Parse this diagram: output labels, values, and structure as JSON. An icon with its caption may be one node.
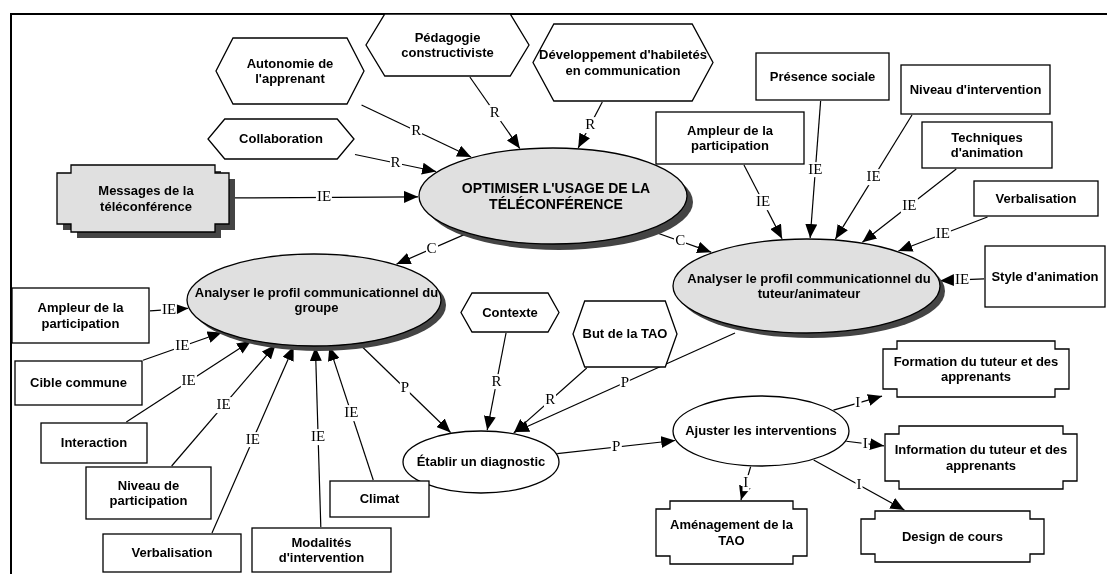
{
  "diagram": {
    "nodes": [
      {
        "text": [
          "Autonomie de l'apprenant"
        ]
      },
      {
        "text": [
          "Pédagogie constructiviste"
        ]
      },
      {
        "text": [
          "Développement d'habiletés en communication"
        ]
      },
      {
        "text": [
          "Collaboration"
        ]
      },
      {
        "text": [
          "Messages de la téléconférence"
        ]
      },
      {
        "text": [
          "OPTIMISER L'USAGE DE LA TÉLÉCONFÉRENCE"
        ]
      },
      {
        "text": [
          "Présence sociale"
        ]
      },
      {
        "text": [
          "Niveau d'intervention"
        ]
      },
      {
        "text": [
          "Ampleur de la participation"
        ]
      },
      {
        "text": [
          "Techniques d'animation"
        ]
      },
      {
        "text": [
          "Verbalisation"
        ]
      },
      {
        "text": [
          "Analyser le profil communicationnel du tuteur/animateur"
        ]
      },
      {
        "text": [
          "Style d'animation"
        ]
      },
      {
        "text": [
          "Analyser le profil communicationnel du groupe"
        ]
      },
      {
        "text": [
          "Ampleur de la participation"
        ]
      },
      {
        "text": [
          "Cible commune"
        ]
      },
      {
        "text": [
          "Contexte"
        ]
      },
      {
        "text": [
          "But de la TAO"
        ]
      },
      {
        "text": [
          "Interaction"
        ]
      },
      {
        "text": [
          "Établir un diagnostic"
        ]
      },
      {
        "text": [
          "Ajuster les interventions"
        ]
      },
      {
        "text": [
          "Formation du tuteur et des apprenants"
        ]
      },
      {
        "text": [
          "Information du tuteur et des apprenants"
        ]
      },
      {
        "text": [
          "Niveau de participation"
        ]
      },
      {
        "text": [
          "Climat"
        ]
      },
      {
        "text": [
          "Aménagement de la TAO"
        ]
      },
      {
        "text": [
          "Design de cours"
        ]
      },
      {
        "text": [
          "Verbalisation"
        ]
      },
      {
        "text": [
          "Modalités d'intervention"
        ]
      }
    ],
    "edges": [
      {
        "from": 0,
        "to": 5,
        "arrow": "to",
        "label": "R"
      },
      {
        "from": 1,
        "to": 5,
        "arrow": "to",
        "label": "R"
      },
      {
        "from": 2,
        "to": 5,
        "arrow": "to",
        "label": "R"
      },
      {
        "from": 3,
        "to": 5,
        "arrow": "to",
        "label": "R"
      },
      {
        "from": 4,
        "to": 5,
        "arrow": "to",
        "label": "IE"
      },
      {
        "from": 5,
        "to": 13,
        "arrow": "to",
        "label": "C"
      },
      {
        "from": 5,
        "to": 11,
        "arrow": "to",
        "label": "C"
      },
      {
        "from": 8,
        "to": 11,
        "arrow": "to",
        "label": "IE"
      },
      {
        "from": 6,
        "to": 11,
        "arrow": "to",
        "label": "IE"
      },
      {
        "from": 7,
        "to": 11,
        "arrow": "to",
        "label": "IE"
      },
      {
        "from": 9,
        "to": 11,
        "arrow": "to",
        "label": "IE"
      },
      {
        "from": 10,
        "to": 11,
        "arrow": "to",
        "label": "IE"
      },
      {
        "from": 12,
        "to": 11,
        "arrow": "to",
        "label": "IE"
      },
      {
        "from": 14,
        "to": 13,
        "arrow": "to",
        "label": "IE"
      },
      {
        "from": 15,
        "to": 13,
        "arrow": "to",
        "label": "IE"
      },
      {
        "from": 18,
        "to": 13,
        "arrow": "to",
        "label": "IE"
      },
      {
        "from": 23,
        "to": 13,
        "arrow": "to",
        "label": "IE"
      },
      {
        "from": 27,
        "to": 13,
        "arrow": "to",
        "label": "IE"
      },
      {
        "from": 28,
        "to": 13,
        "arrow": "to",
        "label": "IE"
      },
      {
        "from": 24,
        "to": 13,
        "arrow": "to",
        "label": "IE"
      },
      {
        "from": 13,
        "to": 19,
        "arrow": "to",
        "label": "P"
      },
      {
        "from": 16,
        "to": 19,
        "arrow": "to",
        "label": "R"
      },
      {
        "from": 17,
        "to": 19,
        "arrow": "to",
        "label": "R"
      },
      {
        "from": 11,
        "to": 19,
        "arrow": "to",
        "label": "P"
      },
      {
        "from": 19,
        "to": 20,
        "arrow": "to",
        "label": "P"
      },
      {
        "from": 20,
        "to": 21,
        "arrow": "to",
        "label": "I"
      },
      {
        "from": 20,
        "to": 22,
        "arrow": "to",
        "label": "I"
      },
      {
        "from": 20,
        "to": 25,
        "arrow": "to",
        "label": "I"
      },
      {
        "from": 20,
        "to": 26,
        "arrow": "to",
        "label": "I"
      }
    ]
  }
}
